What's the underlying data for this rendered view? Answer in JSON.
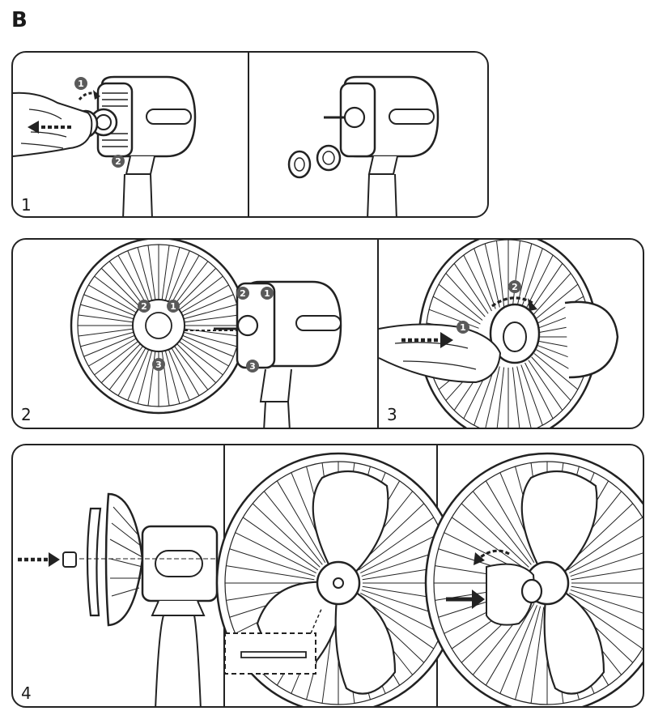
{
  "section_label": "B",
  "steps": {
    "step1": "1",
    "step2": "2",
    "step3": "3",
    "step4": "4"
  },
  "badges": {
    "one": "1",
    "two": "2",
    "three": "3"
  },
  "colors": {
    "outline": "#222222",
    "badge_fill": "#5a5a5a",
    "arrow": "#222222"
  },
  "icons": [
    "hand-icon",
    "rotate-arrow-icon",
    "push-arrow-icon",
    "fan-motor-icon",
    "fan-guard-icon",
    "fan-blade-icon",
    "spinner-nut-icon",
    "lock-ring-icon"
  ]
}
